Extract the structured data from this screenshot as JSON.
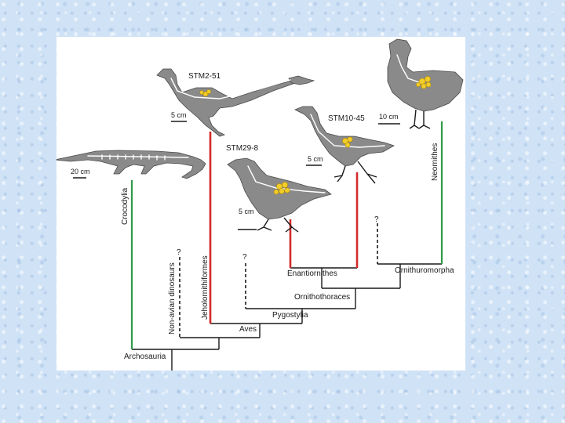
{
  "diagram": {
    "specimens": {
      "stm2_51": "STM2-51",
      "stm10_45": "STM10-45",
      "stm29_8": "STM29-8"
    },
    "scale_bars": {
      "stm2_51": "5 cm",
      "neornithes": "10 cm",
      "crocodylia": "20 cm",
      "stm10_45": "5 cm",
      "stm29_8": "5 cm"
    },
    "clades": {
      "crocodylia": "Crocodylia",
      "jeholornithiformes": "Jeholornithiformes",
      "non_avian_dinosaurs": "Non-avian dinosaurs",
      "neornithes": "Neornithes",
      "enantiornithes": "Enantiornithes",
      "ornithuromorpha": "Ornithuromorpha",
      "ornithothoraces": "Ornithothoraces",
      "pygostylia": "Pygostylia",
      "aves": "Aves",
      "archosauria": "Archosauria"
    },
    "unknown_marks": [
      "?",
      "?",
      "?"
    ],
    "colors": {
      "red_branch": "#d42a2a",
      "green_branch": "#2e9a4a",
      "animal_fill": "#8a8a8a",
      "ovary_follicles": "#f2cd2a",
      "slide_background": "#cfe2f6"
    }
  }
}
